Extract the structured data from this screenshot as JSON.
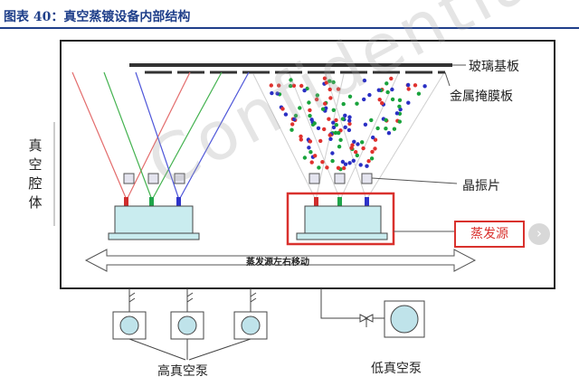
{
  "figure": {
    "title": "图表 40：真空蒸镀设备内部结构"
  },
  "labels": {
    "glass_substrate": "玻璃基板",
    "metal_mask": "金属掩膜板",
    "chamber": "真空腔体",
    "crystal": "晶振片",
    "source": "蒸发源",
    "move": "蒸发源左右移动",
    "high_vacuum_pump": "高真空泵",
    "low_vacuum_pump": "低真空泵"
  },
  "watermark": "Confidential",
  "colors": {
    "frame": "#1f3f8a",
    "highlight": "#d9312d",
    "source_fill": "#c9ecef",
    "ray_red": "#e36c6c",
    "ray_green": "#43b24f",
    "ray_blue": "#4e56d9",
    "particle_red": "#e0312e",
    "particle_green": "#19a33c",
    "particle_blue": "#2a2fc4"
  },
  "icons": {
    "nav_arrow": "chevron-right-icon"
  }
}
